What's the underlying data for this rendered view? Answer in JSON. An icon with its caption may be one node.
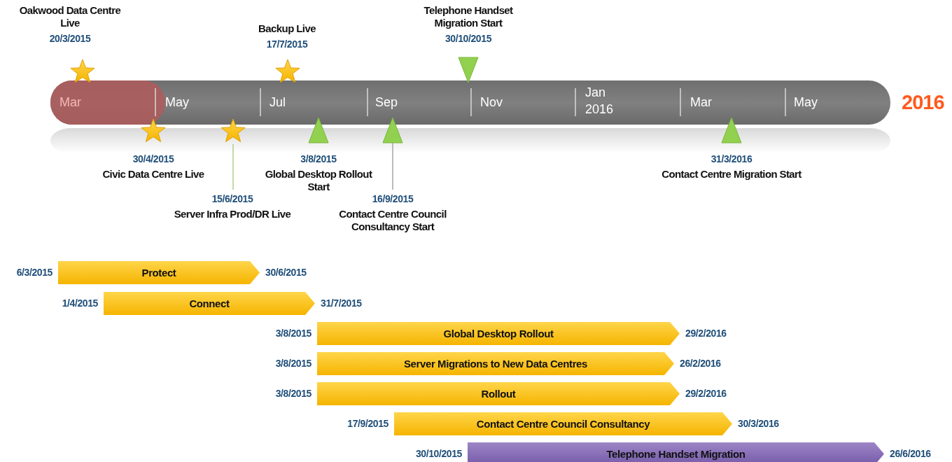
{
  "diagram": {
    "nodes": [
      {
        "text": [],
        "shape": "star"
      },
      {
        "text": [],
        "shape": "star"
      },
      {
        "text": [],
        "shape": "star"
      },
      {
        "text": [],
        "shape": "star"
      },
      {
        "text": [],
        "shape": "triangle"
      },
      {
        "text": [],
        "shape": "triangle"
      },
      {
        "text": [],
        "shape": "triangle"
      },
      {
        "text": [],
        "shape": "triangle"
      },
      {
        "text": [
          "Oakwood Data Centre Live",
          "20/3/2015"
        ]
      },
      {
        "text": [
          "Backup Live",
          "17/7/2015"
        ]
      },
      {
        "text": [
          "Telephone Handset Migration Start",
          "30/10/2015"
        ]
      },
      {
        "text": [
          "30/4/2015",
          "Civic Data Centre Live"
        ]
      },
      {
        "text": [
          "15/6/2015",
          "Server Infra Prod/DR Live"
        ]
      },
      {
        "text": [
          "3/8/2015",
          "Global Desktop Rollout Start"
        ]
      },
      {
        "text": [
          "16/9/2015",
          "Contact Centre Council Consultancy Start"
        ]
      },
      {
        "text": [
          "31/3/2016",
          "Contact Centre Migration Start"
        ]
      },
      {
        "text": [
          "Protect"
        ],
        "beside": [
          "6/3/2015",
          "30/6/2015"
        ]
      },
      {
        "text": [
          "Connect"
        ],
        "beside": [
          "1/4/2015",
          "31/7/2015"
        ]
      },
      {
        "text": [
          "Global Desktop Rollout"
        ],
        "beside": [
          "3/8/2015",
          "29/2/2016"
        ]
      },
      {
        "text": [
          "Server Migrations to New Data Centres"
        ],
        "beside": [
          "3/8/2015",
          "26/2/2016"
        ]
      },
      {
        "text": [
          "Rollout"
        ],
        "beside": [
          "3/8/2015",
          "29/2/2016"
        ]
      },
      {
        "text": [
          "Contact Centre Council Consultancy"
        ],
        "beside": [
          "17/9/2015",
          "30/3/2016"
        ]
      },
      {
        "text": [
          "Telephone Handset Migration"
        ],
        "beside": [
          "30/10/2015",
          "26/6/2016"
        ]
      }
    ],
    "edges": [
      {
        "from": 12,
        "to": 2,
        "arrow": "none",
        "color": "#a9d18e"
      },
      {
        "from": 14,
        "to": 5,
        "arrow": "none",
        "color": "#a6a6a6"
      }
    ],
    "labels": [
      "Mar",
      "May",
      "Jul",
      "Sep",
      "Nov",
      "Jan 2016",
      "Mar",
      "May",
      "2016"
    ]
  }
}
